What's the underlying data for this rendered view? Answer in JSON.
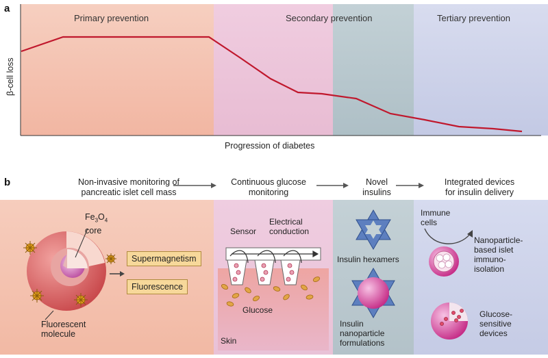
{
  "panel_a": {
    "label": "a",
    "zones": [
      "Primary prevention",
      "Secondary prevention",
      "Tertiary prevention"
    ],
    "y_label": "β-cell loss",
    "x_label": "Progression of diabetes"
  },
  "panel_b": {
    "label": "b",
    "steps": [
      [
        "Non-invasive monitoring of",
        "pancreatic islet cell mass"
      ],
      [
        "Continuous glucose",
        "monitoring"
      ],
      [
        "Novel",
        "insulins"
      ],
      [
        "Integrated devices",
        "for insulin delivery"
      ]
    ],
    "fe3o4": {
      "fe": "Fe",
      "sub3": "3",
      "o": "O",
      "sub4": "4",
      "core": "core"
    },
    "fluorescent_molecule": [
      "Fluorescent",
      "molecule"
    ],
    "supermagnetism": "Supermagnetism",
    "fluorescence": "Fluorescence",
    "sensor": "Sensor",
    "electrical_conduction": [
      "Electrical",
      "conduction"
    ],
    "glucose": "Glucose",
    "skin": "Skin",
    "insulin_hexamers": "Insulin hexamers",
    "insulin_nanoparticle": [
      "Insulin",
      "nanoparticle",
      "formulations"
    ],
    "immune_cells": [
      "Immune",
      "cells"
    ],
    "islet_isolation": [
      "Nanoparticle-",
      "based islet",
      "immuno-",
      "isolation"
    ],
    "glucose_devices": [
      "Glucose-",
      "sensitive",
      "devices"
    ]
  },
  "colors": {
    "primary_bg": "#f4c7b6",
    "secondary_bg": "#eac6dc",
    "novel_bg": "#bfcdd3",
    "tertiary_bg": "#cdd2e9",
    "curve": "#c0182d"
  }
}
